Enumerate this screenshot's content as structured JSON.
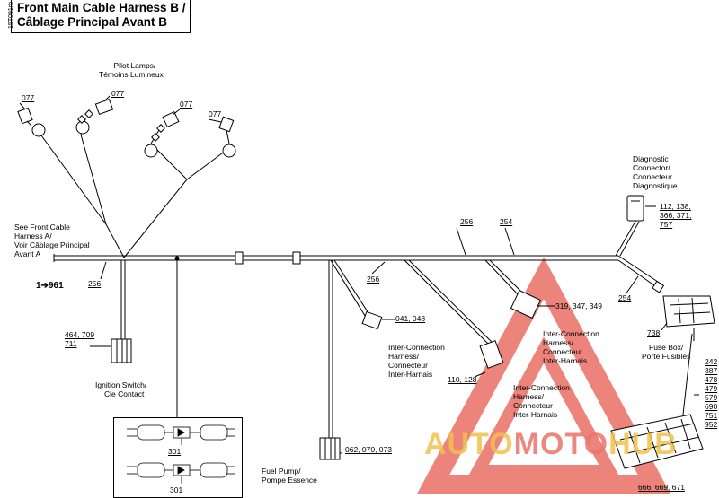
{
  "title": {
    "line1": "Front Main Cable Harness B /",
    "line2": "Câblage Principal Avant B",
    "side_code": "15T091rb"
  },
  "labels": {
    "pilot_lamps": [
      "Pilot Lamps/",
      "Témoins Lumineux"
    ],
    "see_front_cable": [
      "See Front Cable",
      "Harness A/",
      "Voir Câblage Principal",
      "Avant A"
    ],
    "ignition_switch": [
      "Ignition Switch/",
      "Cle Contact"
    ],
    "fuel_pump": [
      "Fuel Pump/",
      "Pompe Essence"
    ],
    "interconnection_1": [
      "Inter-Connection",
      "Harness/",
      "Connecteur",
      "Inter-Harnais"
    ],
    "interconnection_2": [
      "Inter-Connection",
      "Harness/",
      "Connecteur",
      "Inter-Harnais"
    ],
    "interconnection_3": [
      "Inter-Connection",
      "Harness/",
      "Connecteur",
      "Inter-Harnais"
    ],
    "diagnostic": [
      "Diagnostic",
      "Connector/",
      "Connecteur",
      "Diagnostique"
    ],
    "fuse_box": [
      "Fuse Box/",
      "Porte Fusibles"
    ],
    "reference": "1➔961"
  },
  "part_numbers": {
    "lamp_1": "077",
    "lamp_2": "077",
    "lamp_3": "077",
    "lamp_4": "077",
    "harness_256_a": "256",
    "harness_256_b": "256",
    "harness_256_c": "256",
    "harness_254_a": "254",
    "harness_254_b": "254",
    "ignition": [
      "464, 709",
      "711"
    ],
    "connector_041": "041, 048",
    "connector_110": "110, 128",
    "connector_319": "319, 347, 349",
    "diagnostic": [
      "112, 138,",
      "366, 371,",
      "757"
    ],
    "fuse_box_738": "738",
    "fuse_box_list": [
      "242",
      "387",
      "478",
      "479",
      "579",
      "690",
      "751",
      "952"
    ],
    "fuse_box_bottom": "666, 669, 671",
    "fuel_pump": "062, 070, 073",
    "inset_1": "301",
    "inset_2": "301"
  },
  "watermark": {
    "part1": "AUTO",
    "part2": "MOTO",
    "part3": "HUB"
  }
}
